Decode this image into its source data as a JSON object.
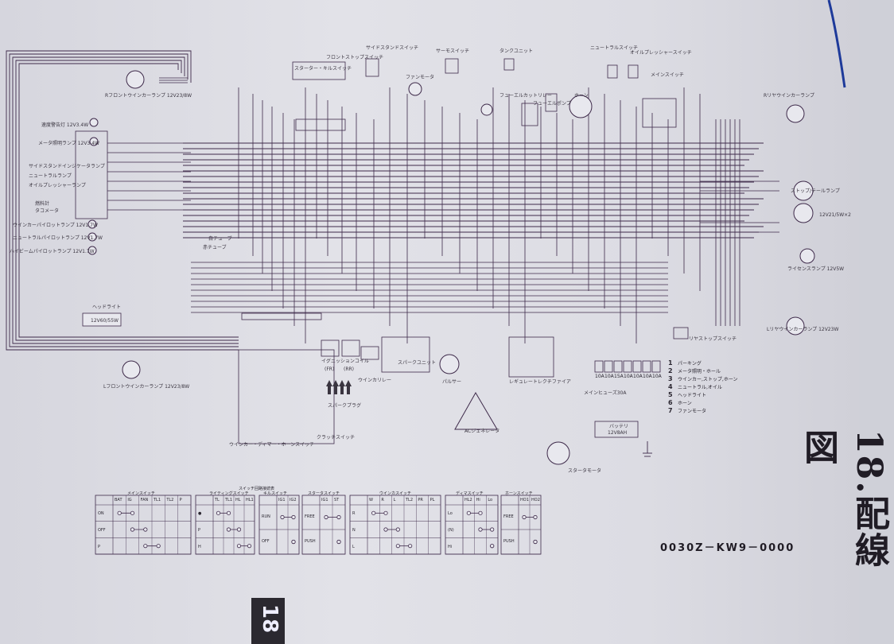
{
  "chapter_title": "18.配線図",
  "part_number": "0030Z－KW9－0000",
  "page_tab": "18",
  "labels": {
    "front_stop_switch": "フロントストップスイッチ",
    "starter_switch": "スターター・キルスイッチ",
    "side_stand_switch": "サイドスタンドスイッチ",
    "water_temp_switch": "サーモスイッチ",
    "tank_unit": "タンクユニット",
    "fan_motor": "ファンモータ",
    "fuel_cut_relay": "フューエルカットリレー",
    "fuel_pump": "フューエルポンプ",
    "horn": "ホーン",
    "neutral_switch": "ニュートラルスイッチ",
    "oil_pressure_switch": "オイルプレッシャースイッチ",
    "main_switch": "メインスイッチ",
    "r_rear_winker": "Rリヤウインカーランプ",
    "r_front_winker": "Rフロントウインカーランプ 12V23/8W",
    "speedometer_lamp": "速度警告灯 12V3.4W",
    "meter_lamp": "メータ照明ランプ 12V3.4W",
    "side_stand_indicator": "サイドスタンドインジケータランプ",
    "neutral_indicator": "ニュートラルランプ",
    "oil_indicator": "オイルプレッシャーランプ",
    "fuel_unit": "燃料計",
    "tachometer": "タコメータ",
    "winker_pilot": "ウインカーパイロットランプ 12V1.7W",
    "neutral_pilot": "ニュートラルパイロットランプ 12V1.7W",
    "high_beam_pilot": "ハイビームパイロットランプ 12V1.7W",
    "white_tube": "白チューブ",
    "red_tube": "赤チューブ",
    "headlight": "ヘッドライト",
    "headlight_rating": "12V60/55W",
    "l_front_winker": "Lフロントウインカーランプ 12V23/8W",
    "ignition_coil": "イグニッションコイル",
    "fr": "(FR)",
    "rr": "(RR)",
    "spark_plug": "スパークプラグ",
    "winker_relay": "ウインカリレー",
    "spark_unit": "スパークユニット",
    "pulse_generator": "パルサー",
    "regulator": "レギュレートレクチファイア",
    "ac_generator": "ACジェネレータ",
    "fuse_main": "メインヒューズ30A",
    "battery": "バッテリ",
    "battery_rating": "12V8AH",
    "starter_motor": "スタータモータ",
    "stop_tail_lamp": "ストップ/テールランプ",
    "stop_tail_rating": "12V21/5W×2",
    "license_lamp": "ライセンスランプ 12V5W",
    "l_rear_winker": "Lリヤウインカーランプ 12V23W",
    "rear_stop_switch": "リヤストップスイッチ",
    "clutch_switch": "クラッチスイッチ",
    "winker_dimmer_horn_switch": "ウインカー・ディマー・ホーンスイッチ"
  },
  "fuse_box": {
    "ratings": [
      "10A",
      "10A",
      "15A",
      "10A",
      "10A",
      "10A",
      "10A"
    ],
    "legend": [
      {
        "n": "1",
        "text": "パーキング"
      },
      {
        "n": "2",
        "text": "メータ照明・ホール"
      },
      {
        "n": "3",
        "text": "ウインカー,ストップ,ホーン"
      },
      {
        "n": "4",
        "text": "ニュートラル,オイル"
      },
      {
        "n": "5",
        "text": "ヘッドライト"
      },
      {
        "n": "6",
        "text": "ホーン"
      },
      {
        "n": "7",
        "text": "ファンモータ"
      }
    ]
  },
  "switch_tables": {
    "caption": "スイッチ回路接続表",
    "main": {
      "title": "メインスイッチ",
      "cols": [
        "BAT",
        "IG",
        "FAN",
        "TL1",
        "TL2",
        "P"
      ],
      "rows": [
        "ON",
        "OFF",
        "P"
      ]
    },
    "lighting": {
      "title": "ライティングスイッチ",
      "cols": [
        "TL",
        "TL1",
        "HL",
        "HL1"
      ],
      "rows": [
        "●",
        "P",
        "H"
      ]
    },
    "kill": {
      "title": "キルスイッチ",
      "cols": [
        "IG1",
        "IG2"
      ],
      "rows": [
        "RUN",
        "OFF"
      ]
    },
    "starter": {
      "title": "スタータスイッチ",
      "cols": [
        "IG1",
        "ST"
      ],
      "rows": [
        "FREE",
        "PUSH"
      ]
    },
    "winker": {
      "title": "ウインカスイッチ",
      "cols": [
        "W",
        "R",
        "L",
        "TL2",
        "PR",
        "PL"
      ],
      "rows": [
        "R",
        "N",
        "L"
      ]
    },
    "dimmer": {
      "title": "ディマスイッチ",
      "cols": [
        "HL2",
        "Hi",
        "Lo"
      ],
      "rows": [
        "Lo",
        "(N)",
        "Hi"
      ]
    },
    "horn": {
      "title": "ホーンスイッチ",
      "cols": [
        "HO1",
        "HO2"
      ],
      "rows": [
        "FREE",
        "PUSH"
      ]
    }
  },
  "colors": {
    "wire": "#3e2a4a",
    "paper": "#dedee5",
    "ink": "#201c25",
    "accent_line": "#1e3a9a"
  }
}
